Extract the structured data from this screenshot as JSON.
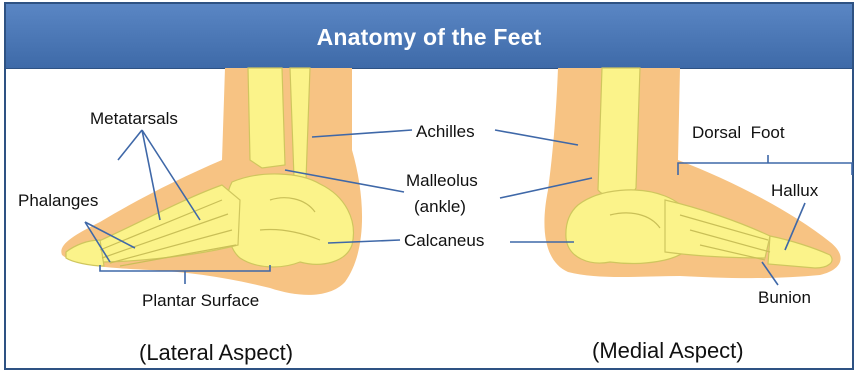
{
  "title": "Anatomy of the Feet",
  "labels": {
    "metatarsals": "Metatarsals",
    "phalanges": "Phalanges",
    "achilles": "Achilles",
    "malleolus": "Malleolus",
    "ankle": "(ankle)",
    "calcaneus": "Calcaneus",
    "plantar_surface": "Plantar Surface",
    "dorsal_foot": "Dorsal  Foot",
    "hallux": "Hallux",
    "bunion": "Bunion"
  },
  "captions": {
    "lateral": "(Lateral Aspect)",
    "medial": "(Medial Aspect)"
  },
  "colors": {
    "title_bar": "#4a76b6",
    "frame": "#2e5283",
    "skin": "#f7c383",
    "bone": "#fbf38a",
    "leader_line": "#3f68a8"
  }
}
